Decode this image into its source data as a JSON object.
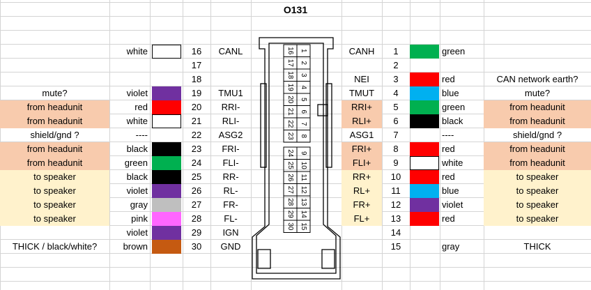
{
  "title": "O131",
  "colors": {
    "peach": "#f8cbad",
    "cream": "#fff2cc",
    "gridline": "#d4d4d4",
    "white": "#ffffff",
    "violet": "#7030a0",
    "red": "#ff0000",
    "black": "#000000",
    "green": "#00b050",
    "gray": "#bfbfbf",
    "pink": "#ff66ff",
    "brown": "#c55a11",
    "blue": "#00b0f0"
  },
  "left_rows": [
    {
      "row": 3,
      "note": "",
      "color_name": "white",
      "swatch": "#ffffff",
      "pin": "16",
      "signal": "CANL",
      "band": ""
    },
    {
      "row": 4,
      "note": "",
      "color_name": "",
      "swatch": "",
      "pin": "17",
      "signal": "",
      "band": ""
    },
    {
      "row": 5,
      "note": "",
      "color_name": "",
      "swatch": "",
      "pin": "18",
      "signal": "",
      "band": ""
    },
    {
      "row": 6,
      "note": "mute?",
      "color_name": "violet",
      "swatch": "#7030a0",
      "pin": "19",
      "signal": "TMU1",
      "band": ""
    },
    {
      "row": 7,
      "note": "from headunit",
      "color_name": "red",
      "swatch": "#ff0000",
      "pin": "20",
      "signal": "RRI-",
      "band": "peach"
    },
    {
      "row": 8,
      "note": "from headunit",
      "color_name": "white",
      "swatch": "#ffffff",
      "pin": "21",
      "signal": "RLI-",
      "band": "peach"
    },
    {
      "row": 9,
      "note": "shield/gnd ?",
      "color_name": "----",
      "swatch": "",
      "pin": "22",
      "signal": "ASG2",
      "band": ""
    },
    {
      "row": 10,
      "note": "from headunit",
      "color_name": "black",
      "swatch": "#000000",
      "pin": "23",
      "signal": "FRI-",
      "band": "peach"
    },
    {
      "row": 11,
      "note": "from headunit",
      "color_name": "green",
      "swatch": "#00b050",
      "pin": "24",
      "signal": "FLI-",
      "band": "peach"
    },
    {
      "row": 12,
      "note": "to speaker",
      "color_name": "black",
      "swatch": "#000000",
      "pin": "25",
      "signal": "RR-",
      "band": "cream"
    },
    {
      "row": 13,
      "note": "to speaker",
      "color_name": "violet",
      "swatch": "#7030a0",
      "pin": "26",
      "signal": "RL-",
      "band": "cream"
    },
    {
      "row": 14,
      "note": "to speaker",
      "color_name": "gray",
      "swatch": "#bfbfbf",
      "pin": "27",
      "signal": "FR-",
      "band": "cream"
    },
    {
      "row": 15,
      "note": "to speaker",
      "color_name": "pink",
      "swatch": "#ff66ff",
      "pin": "28",
      "signal": "FL-",
      "band": "cream"
    },
    {
      "row": 16,
      "note": "",
      "color_name": "violet",
      "swatch": "#7030a0",
      "pin": "29",
      "signal": "IGN",
      "band": ""
    },
    {
      "row": 17,
      "note": "THICK / black/white?",
      "color_name": "brown",
      "swatch": "#c55a11",
      "pin": "30",
      "signal": "GND",
      "band": ""
    }
  ],
  "right_rows": [
    {
      "row": 3,
      "signal": "CANH",
      "pin": "1",
      "swatch": "#00b050",
      "color_name": "green",
      "note": "",
      "band": ""
    },
    {
      "row": 4,
      "signal": "",
      "pin": "2",
      "swatch": "",
      "color_name": "",
      "note": "",
      "band": ""
    },
    {
      "row": 5,
      "signal": "NEI",
      "pin": "3",
      "swatch": "#ff0000",
      "color_name": "red",
      "note": "CAN network earth?",
      "band": ""
    },
    {
      "row": 6,
      "signal": "TMUT",
      "pin": "4",
      "swatch": "#00b0f0",
      "color_name": "blue",
      "note": "mute?",
      "band": ""
    },
    {
      "row": 7,
      "signal": "RRI+",
      "pin": "5",
      "swatch": "#00b050",
      "color_name": "green",
      "note": "from headunit",
      "band": "peach"
    },
    {
      "row": 8,
      "signal": "RLI+",
      "pin": "6",
      "swatch": "#000000",
      "color_name": "black",
      "note": "from headunit",
      "band": "peach"
    },
    {
      "row": 9,
      "signal": "ASG1",
      "pin": "7",
      "swatch": "",
      "color_name": "----",
      "note": "shield/gnd ?",
      "band": ""
    },
    {
      "row": 10,
      "signal": "FRI+",
      "pin": "8",
      "swatch": "#ff0000",
      "color_name": "red",
      "note": "from headunit",
      "band": "peach"
    },
    {
      "row": 11,
      "signal": "FLI+",
      "pin": "9",
      "swatch": "#ffffff",
      "color_name": "white",
      "note": "from headunit",
      "band": "peach"
    },
    {
      "row": 12,
      "signal": "RR+",
      "pin": "10",
      "swatch": "#ff0000",
      "color_name": "red",
      "note": "to speaker",
      "band": "cream"
    },
    {
      "row": 13,
      "signal": "RL+",
      "pin": "11",
      "swatch": "#00b0f0",
      "color_name": "blue",
      "note": "to speaker",
      "band": "cream"
    },
    {
      "row": 14,
      "signal": "FR+",
      "pin": "12",
      "swatch": "#7030a0",
      "color_name": "violet",
      "note": "to speaker",
      "band": "cream"
    },
    {
      "row": 15,
      "signal": "FL+",
      "pin": "13",
      "swatch": "#ff0000",
      "color_name": "red",
      "note": "to speaker",
      "band": "cream"
    },
    {
      "row": 16,
      "signal": "",
      "pin": "14",
      "swatch": "",
      "color_name": "",
      "note": "",
      "band": ""
    },
    {
      "row": 17,
      "signal": "",
      "pin": "15",
      "swatch": "",
      "color_name": "gray",
      "note": "THICK",
      "band": ""
    }
  ],
  "connector": {
    "left_column_pins": [
      "1",
      "2",
      "3",
      "4",
      "5",
      "6",
      "7",
      "8",
      "9",
      "10",
      "11",
      "12",
      "13",
      "14",
      "15"
    ],
    "right_column_pins": [
      "16",
      "17",
      "18",
      "19",
      "20",
      "21",
      "22",
      "23",
      "24",
      "25",
      "26",
      "27",
      "28",
      "29",
      "30"
    ]
  }
}
